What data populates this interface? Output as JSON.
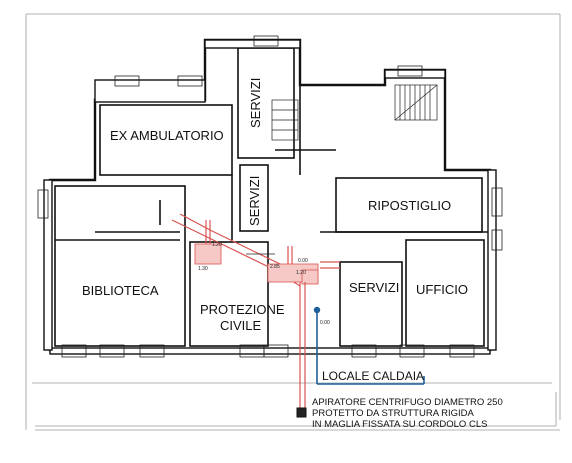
{
  "rooms": {
    "ex_ambulatorio": "EX AMBULATORIO",
    "servizi_top": "SERVIZI",
    "servizi_mid": "SERVIZI",
    "ripostiglio": "RIPOSTIGLIO",
    "biblioteca": "BIBLIOTECA",
    "protezione_line1": "PROTEZIONE",
    "protezione_line2": "CIVILE",
    "servizi_right": "SERVIZI",
    "ufficio": "UFFICIO"
  },
  "dimensions": {
    "d1": "1.20",
    "d2": "1.30",
    "d3": "2.85",
    "d4": "1.20",
    "d5": "0.00",
    "d6": "0.00"
  },
  "callout": {
    "locale_caldaia": "LOCALE CALDAIA"
  },
  "note": {
    "line1": "APIRATORE CENTRIFUGO DIAMETRO 250",
    "line2": "PROTETTO DA STRUTTURA RIGIDA",
    "line3": "IN MAGLIA FISSATA SU CORDOLO CLS"
  },
  "colors": {
    "duct": "#d9534f",
    "callout": "#1f5f99"
  }
}
